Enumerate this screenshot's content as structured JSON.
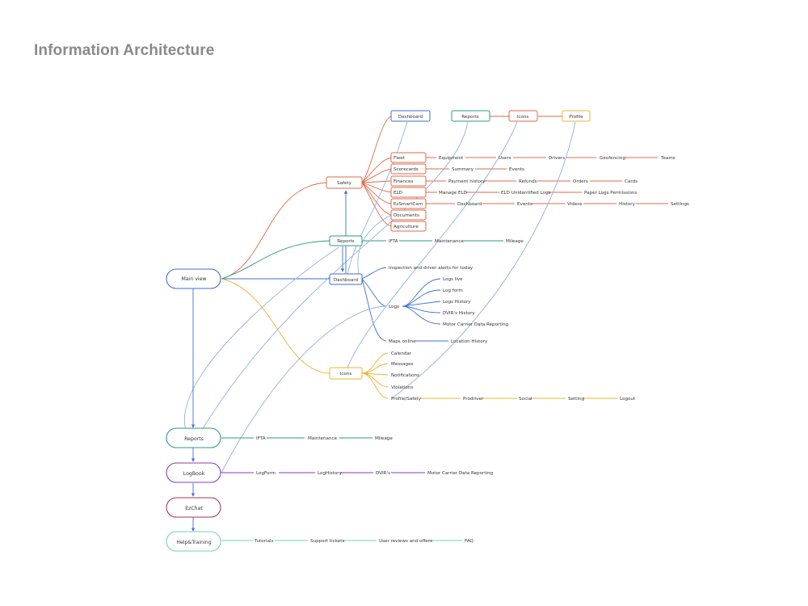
{
  "title": "Information Architecture",
  "colors": {
    "red": "#e06848",
    "blue": "#3d6fd6",
    "teal": "#2a9a86",
    "yellow": "#e8b52e",
    "purple": "#8d3bb3",
    "magenta": "#a4335e",
    "cyan": "#6fd0c8",
    "lightblue": "#8fb1e3"
  },
  "top_row": {
    "dashboard": "Dashboard",
    "reports": "Reports",
    "icons": "Icons",
    "profile": "Profile"
  },
  "main_view": "Main view",
  "safety": {
    "label": "Safety",
    "children": [
      "Fleet",
      "Scorecards",
      "Finances",
      "ELD",
      "EzSmartCam",
      "Documents",
      "Agriculture"
    ],
    "fleet_row": [
      "Equipment",
      "Users",
      "Drivers",
      "Geofencing",
      "Teams"
    ],
    "scorecards_row": [
      "Summary",
      "Events"
    ],
    "finances_row": [
      "Payment history",
      "Refunds",
      "Orders",
      "Cards"
    ],
    "eld_row": [
      "Manage ELD",
      "ELD Unidentified Logs",
      "Paper Logs Permissions"
    ],
    "smartcam_row": [
      "Dashboard",
      "Events",
      "Videos",
      "History",
      "Settings"
    ]
  },
  "reports_mid": {
    "label": "Reports",
    "row": [
      "IFTA",
      "Maintenance",
      "Mileage"
    ]
  },
  "dashboard_mid": {
    "label": "Dashboard",
    "inspection": "Inspection and driver alerts for today",
    "logs": "Logs",
    "logs_children": [
      "Logs live",
      "Log form",
      "Logs History",
      "DVIR's History",
      "Motor Carrier Data Reporting"
    ],
    "maps": "Maps online",
    "location_history": "Location History"
  },
  "icons_mid": {
    "label": "Icons",
    "children": [
      "Calendar",
      "Messages",
      "Notifications",
      "Violations",
      "Profile/Safety"
    ],
    "profile_row": [
      "Prodriver",
      "Social",
      "Setting",
      "Logout"
    ]
  },
  "bottom": {
    "reports": {
      "label": "Reports",
      "row": [
        "IFTA",
        "Maintenance",
        "Mileage"
      ]
    },
    "logbook": {
      "label": "LogBook",
      "row": [
        "LogForm",
        "LogHistory",
        "DVIR's",
        "Motor Carrier Data Reporting"
      ]
    },
    "ezchat": {
      "label": "EzChat"
    },
    "help": {
      "label": "Help&Training",
      "row": [
        "Tutorials",
        "Support tickets",
        "User reviews and offers",
        "FAQ"
      ]
    }
  }
}
